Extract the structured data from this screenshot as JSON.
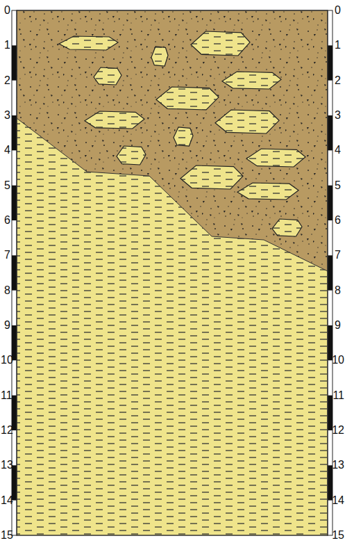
{
  "diagram": {
    "labels": [
      "0",
      "1",
      "2",
      "3",
      "4",
      "5",
      "6",
      "7",
      "8",
      "9",
      "10",
      "11",
      "12",
      "13",
      "14",
      "15",
      "0",
      "1",
      "2",
      "3",
      "4",
      "5",
      "6",
      "7",
      "8",
      "9",
      "10",
      "11",
      "12",
      "13",
      "14",
      "15"
    ]
  }
}
